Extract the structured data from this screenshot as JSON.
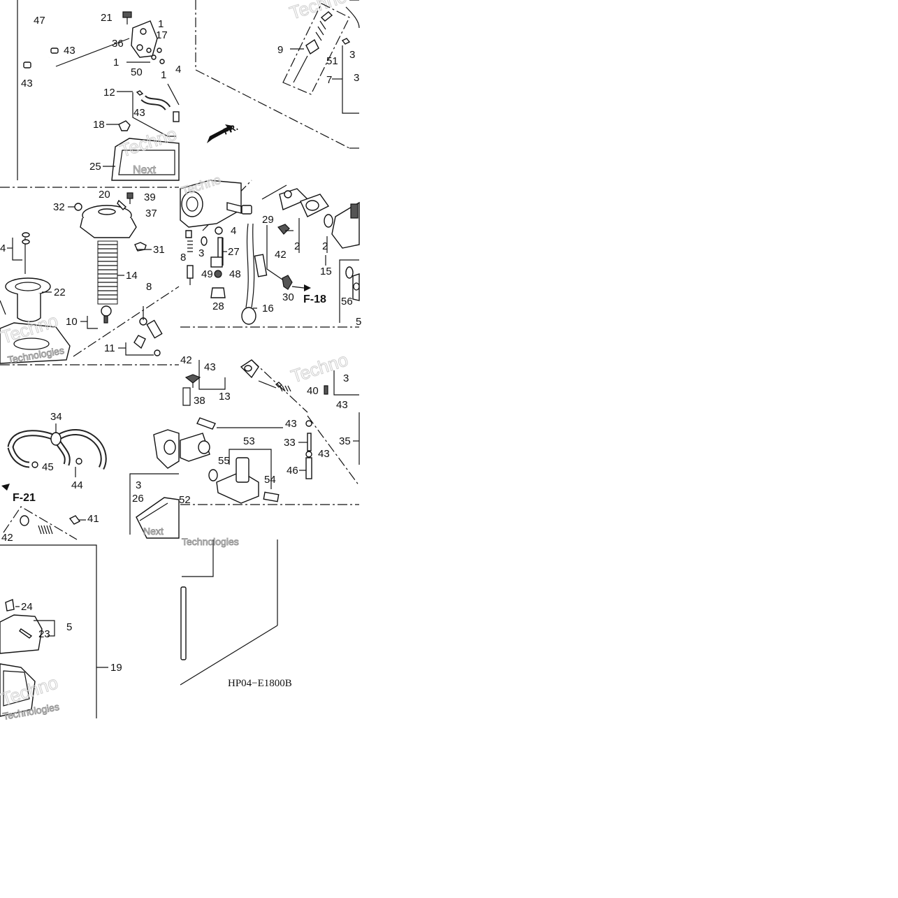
{
  "diagram_code": "HP04−E1800B",
  "direction_label": "FR.",
  "watermark_text": "Techno",
  "watermark_text_2": "Next",
  "watermark_text_3": "Technologies",
  "refs": {
    "f18": "F-18",
    "f21": "F-21"
  },
  "callouts": {
    "c47": "47",
    "c21": "21",
    "c1a": "1",
    "c17": "17",
    "c36": "36",
    "c43a": "43",
    "c1b": "1",
    "c50": "50",
    "c1c": "1",
    "c4a": "4",
    "c43b": "43",
    "c12": "12",
    "c43c": "43",
    "c18": "18",
    "c25": "25",
    "c9": "9",
    "c51": "51",
    "c3a": "3",
    "c7": "7",
    "c3b": "3",
    "c20": "20",
    "c39": "39",
    "c32": "32",
    "c37": "37",
    "c4b": "4",
    "c31": "31",
    "c22": "22",
    "c14": "14",
    "c8": "8",
    "c10": "10",
    "c11": "11",
    "c29": "29",
    "c4c": "4",
    "c3c": "3",
    "c27": "27",
    "c8b": "8",
    "c49": "49",
    "c48": "48",
    "c28": "28",
    "c42a": "42",
    "c30": "30",
    "c16": "16",
    "c2a": "2",
    "c2b": "2",
    "c15": "15",
    "c56": "56",
    "c5a": "5",
    "c42b": "42",
    "c43d": "43",
    "c13": "13",
    "c38": "38",
    "c40": "40",
    "c3d": "3",
    "c43e": "43",
    "c43f": "43",
    "c35": "35",
    "c33": "33",
    "c43g": "43",
    "c53": "53",
    "c55": "55",
    "c54": "54",
    "c46": "46",
    "c34": "34",
    "c45": "45",
    "c44": "44",
    "c41": "41",
    "c42c": "42",
    "c3e": "3",
    "c26": "26",
    "c52": "52",
    "c24": "24",
    "c23": "23",
    "c5b": "5",
    "c19": "19"
  }
}
